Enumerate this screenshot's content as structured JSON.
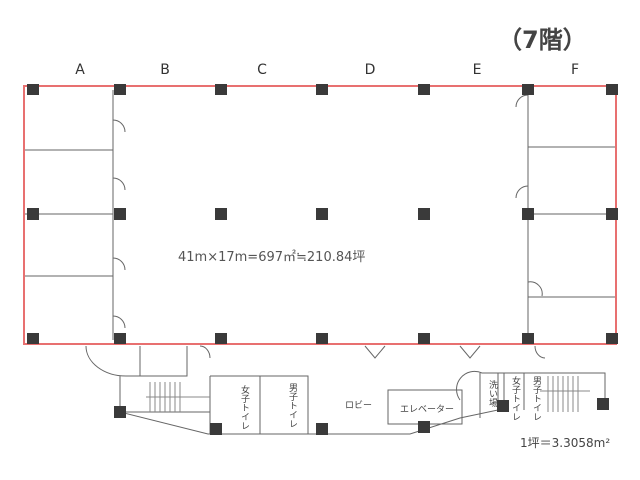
{
  "title": "（7階）",
  "columns": [
    "A",
    "B",
    "C",
    "D",
    "E",
    "F"
  ],
  "area_text": "41m×17m=697㎡≒210.84坪",
  "rooms": {
    "womens_toilet": "女子トイレ",
    "mens_toilet": "男子トイレ",
    "lobby": "ロビー",
    "elevator": "エレベーター",
    "washroom": "洗い場",
    "womens_toilet_2": "女子トイレ",
    "mens_toilet_2": "男子トイレ"
  },
  "unit_note": "1坪＝3.3058m²",
  "colors": {
    "boundary": "#e87070",
    "pillar": "#3a3a3a",
    "wall": "#555555"
  }
}
